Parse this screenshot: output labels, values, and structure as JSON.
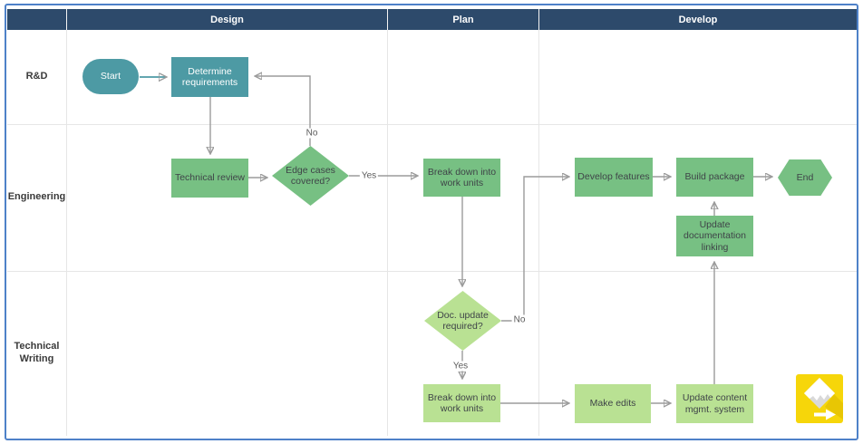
{
  "phases": [
    {
      "label": "Design"
    },
    {
      "label": "Plan"
    },
    {
      "label": "Develop"
    }
  ],
  "lanes": [
    {
      "label": "R&D"
    },
    {
      "label": "Engineering"
    },
    {
      "label": "Technical Writing"
    }
  ],
  "nodes": {
    "start": {
      "label": "Start",
      "shape": "stadium",
      "lane": "R&D",
      "phase": "Design",
      "fill": "#4d9aa4"
    },
    "determine_requirements": {
      "label": "Determine requirements",
      "shape": "rect",
      "lane": "R&D",
      "phase": "Design",
      "fill": "#4d9aa4"
    },
    "technical_review": {
      "label": "Technical review",
      "shape": "rect",
      "lane": "Engineering",
      "phase": "Design",
      "fill": "#77c083"
    },
    "edge_cases_covered": {
      "label": "Edge cases covered?",
      "shape": "diamond",
      "lane": "Engineering",
      "phase": "Design",
      "fill": "#77c083"
    },
    "break_down_work_units_plan": {
      "label": "Break down into work units",
      "shape": "rect",
      "lane": "Engineering",
      "phase": "Plan",
      "fill": "#77c083"
    },
    "develop_features": {
      "label": "Develop features",
      "shape": "rect",
      "lane": "Engineering",
      "phase": "Develop",
      "fill": "#77c083"
    },
    "build_package": {
      "label": "Build package",
      "shape": "rect",
      "lane": "Engineering",
      "phase": "Develop",
      "fill": "#77c083"
    },
    "end": {
      "label": "End",
      "shape": "hexagon",
      "lane": "Engineering",
      "phase": "Develop",
      "fill": "#77c083"
    },
    "update_documentation_linking": {
      "label": "Update documentation linking",
      "shape": "rect",
      "lane": "Engineering",
      "phase": "Develop",
      "fill": "#77c083"
    },
    "doc_update_required": {
      "label": "Doc. update required?",
      "shape": "diamond",
      "lane": "Technical Writing",
      "phase": "Plan",
      "fill": "#b9e193"
    },
    "break_down_work_units_writing": {
      "label": "Break down into work units",
      "shape": "rect",
      "lane": "Technical Writing",
      "phase": "Plan",
      "fill": "#b9e193"
    },
    "make_edits": {
      "label": "Make edits",
      "shape": "rect",
      "lane": "Technical Writing",
      "phase": "Develop",
      "fill": "#b9e193"
    },
    "update_content_mgmt_system": {
      "label": "Update content mgmt. system",
      "shape": "rect",
      "lane": "Technical Writing",
      "phase": "Develop",
      "fill": "#b9e193"
    }
  },
  "edges": [
    {
      "from": "start",
      "to": "determine_requirements",
      "label": ""
    },
    {
      "from": "determine_requirements",
      "to": "technical_review",
      "label": ""
    },
    {
      "from": "technical_review",
      "to": "edge_cases_covered",
      "label": ""
    },
    {
      "from": "edge_cases_covered",
      "to": "break_down_work_units_plan",
      "label": "Yes"
    },
    {
      "from": "edge_cases_covered",
      "to": "determine_requirements",
      "label": "No"
    },
    {
      "from": "break_down_work_units_plan",
      "to": "doc_update_required",
      "label": ""
    },
    {
      "from": "doc_update_required",
      "to": "develop_features",
      "label": "No"
    },
    {
      "from": "doc_update_required",
      "to": "break_down_work_units_writing",
      "label": "Yes"
    },
    {
      "from": "break_down_work_units_writing",
      "to": "make_edits",
      "label": ""
    },
    {
      "from": "make_edits",
      "to": "update_content_mgmt_system",
      "label": ""
    },
    {
      "from": "update_content_mgmt_system",
      "to": "update_documentation_linking",
      "label": ""
    },
    {
      "from": "update_documentation_linking",
      "to": "build_package",
      "label": ""
    },
    {
      "from": "develop_features",
      "to": "build_package",
      "label": ""
    },
    {
      "from": "build_package",
      "to": "end",
      "label": ""
    }
  ],
  "logo": {
    "icon": "diagram-app-logo-icon"
  },
  "colors": {
    "canvas-bg": "#ffffff",
    "header-bg": "#2d4a6b",
    "header-text": "#ffffff",
    "teal": "#4d9aa4",
    "green": "#77c083",
    "lightgreen": "#b9e193",
    "node-text": "#3f4448",
    "arrow": "#9b9b9b",
    "grid": "#e6e6e6",
    "frame": "#4e81c8",
    "lane-text": "#3a3a3a",
    "edge-label": "#5a5a5a",
    "logo-yellow": "#f6d60a"
  }
}
